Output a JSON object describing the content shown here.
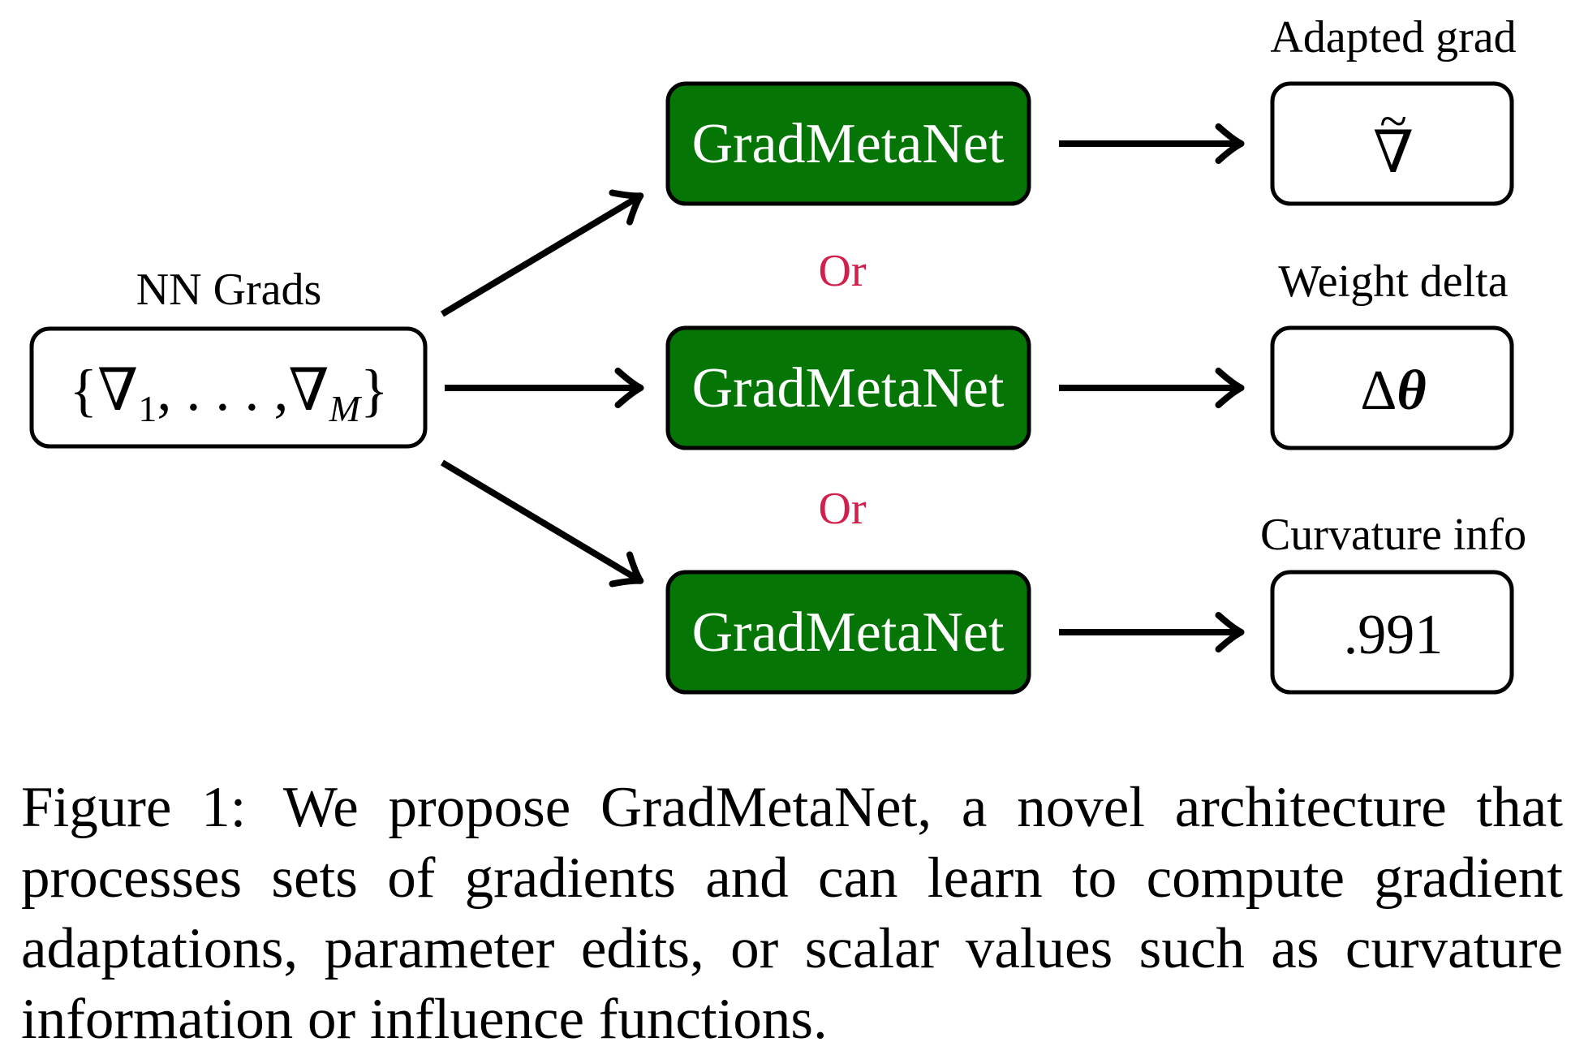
{
  "input": {
    "title": "NN Grads",
    "set": {
      "open": "{",
      "first_symbol": "∇",
      "first_sub": "1",
      "ellipsis": ", . . . ,",
      "last_symbol": "∇",
      "last_sub": "M",
      "close": "}"
    }
  },
  "connector_word": "Or",
  "network_label": "GradMetaNet",
  "outputs": [
    {
      "title": "Adapted grad",
      "tilde": "~",
      "symbol": "∇"
    },
    {
      "title": "Weight delta",
      "symbol": "Δ",
      "theta": "θ"
    },
    {
      "title": "Curvature info",
      "value": ".991"
    }
  ],
  "caption": {
    "label": "Figure 1:",
    "text": "We propose GradMetaNet, a novel architecture that processes sets of gradients and can learn to compute gradient adaptations, parameter edits, or scalar values such as curvature information or influence functions."
  },
  "colors": {
    "network_fill": "#057505",
    "network_text": "#ffffff",
    "connector": "#d21f4c",
    "stroke": "#000000"
  }
}
